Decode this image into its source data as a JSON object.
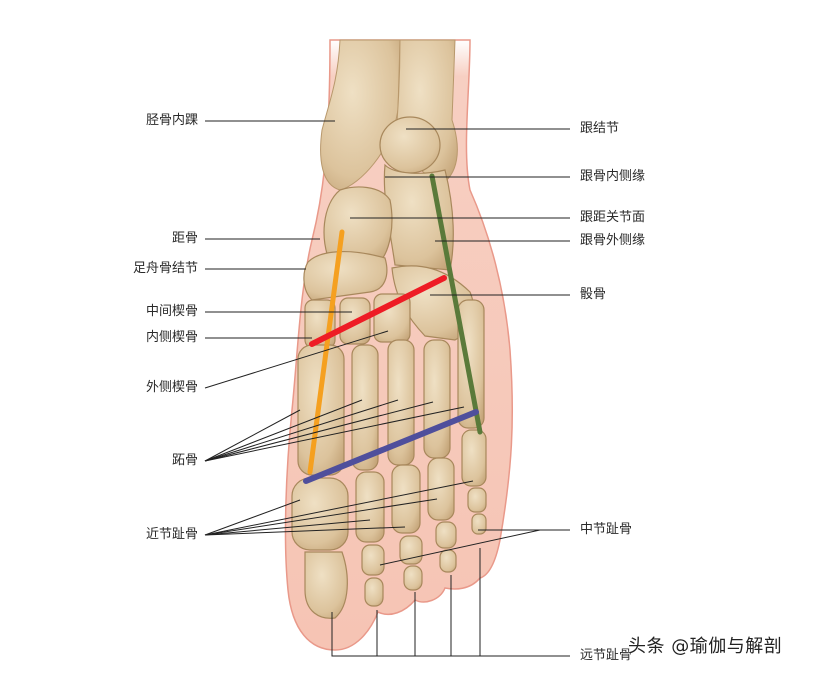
{
  "diagram": {
    "subject": "Dorsal view of foot skeleton",
    "colors": {
      "background": "#ffffff",
      "skin": "#f6c4b4",
      "skin_edge": "#e9998a",
      "bone": "#e3cfae",
      "bone_shadow": "#b8986c",
      "leader_line": "#222222",
      "line_orange": "#f5a020",
      "line_red": "#ee1c25",
      "line_green": "#5a7a3a",
      "line_blue": "#4f4f9c"
    },
    "labels_left": [
      {
        "id": "tibia-medial-malleolus",
        "text": "胫骨内踝"
      },
      {
        "id": "talus",
        "text": "距骨"
      },
      {
        "id": "navicular-tuberosity",
        "text": "足舟骨结节"
      },
      {
        "id": "intermediate-cuneiform",
        "text": "中间楔骨"
      },
      {
        "id": "medial-cuneiform",
        "text": "内侧楔骨"
      },
      {
        "id": "lateral-cuneiform",
        "text": "外侧楔骨"
      },
      {
        "id": "metatarsals",
        "text": "跖骨"
      },
      {
        "id": "proximal-phalanges",
        "text": "近节趾骨"
      }
    ],
    "labels_right": [
      {
        "id": "calcaneal-tuberosity",
        "text": "跟结节"
      },
      {
        "id": "calcaneus-medial-border",
        "text": "跟骨内侧缘"
      },
      {
        "id": "subtalar-articular-surface",
        "text": "跟距关节面"
      },
      {
        "id": "calcaneus-lateral-border",
        "text": "跟骨外侧缘"
      },
      {
        "id": "cuboid",
        "text": "骰骨"
      },
      {
        "id": "middle-phalanges",
        "text": "中节趾骨"
      },
      {
        "id": "distal-phalanges",
        "text": "远节趾骨"
      }
    ],
    "reference_lines": [
      {
        "color": "orange",
        "from": [
          342,
          232
        ],
        "to": [
          310,
          472
        ]
      },
      {
        "color": "red",
        "from": [
          444,
          278
        ],
        "to": [
          312,
          344
        ]
      },
      {
        "color": "green",
        "from": [
          432,
          176
        ],
        "to": [
          480,
          432
        ]
      },
      {
        "color": "blue",
        "from": [
          476,
          412
        ],
        "to": [
          306,
          481
        ]
      }
    ],
    "watermark": "头条 @瑜伽与解剖"
  }
}
